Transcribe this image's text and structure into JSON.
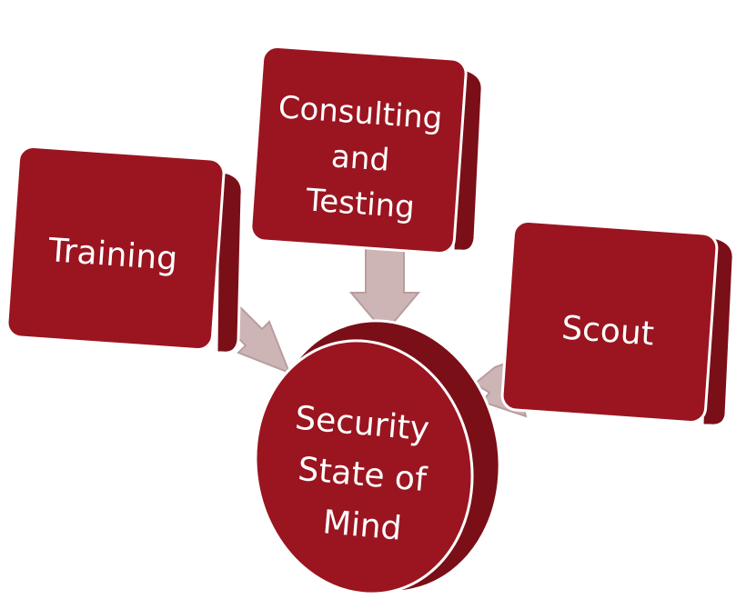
{
  "diagram": {
    "colors": {
      "face": "#9a1520",
      "side": "#7a0f18",
      "outline": "#ffffff",
      "arrow": "#cdb5b6",
      "arrow_edge": "#b99c9e",
      "text": "#ffffff"
    },
    "nodes": {
      "training": {
        "label": "Training"
      },
      "consulting": {
        "line1": "Consulting",
        "line2": "and",
        "line3": "Testing"
      },
      "scout": {
        "label": "Scout"
      },
      "center": {
        "line1": "Security",
        "line2": "State of",
        "line3": "Mind"
      }
    },
    "edges": [
      {
        "from": "training",
        "to": "center"
      },
      {
        "from": "consulting",
        "to": "center"
      },
      {
        "from": "scout",
        "to": "center"
      }
    ]
  }
}
